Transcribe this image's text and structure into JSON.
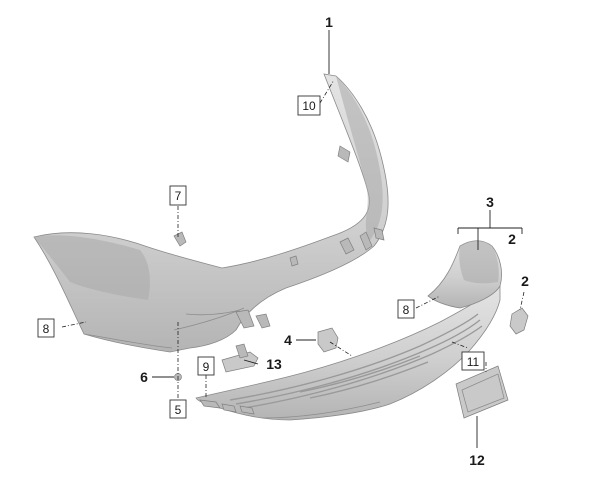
{
  "callouts": {
    "c1": "1",
    "c3": "3",
    "c2a": "2",
    "c2b": "2",
    "c4": "4",
    "c6": "6",
    "c13": "13",
    "c12": "12"
  },
  "boxed_callouts": {
    "b10": "10",
    "b7": "7",
    "b8a": "8",
    "b8b": "8",
    "b9": "9",
    "b5": "5",
    "b11": "11"
  }
}
